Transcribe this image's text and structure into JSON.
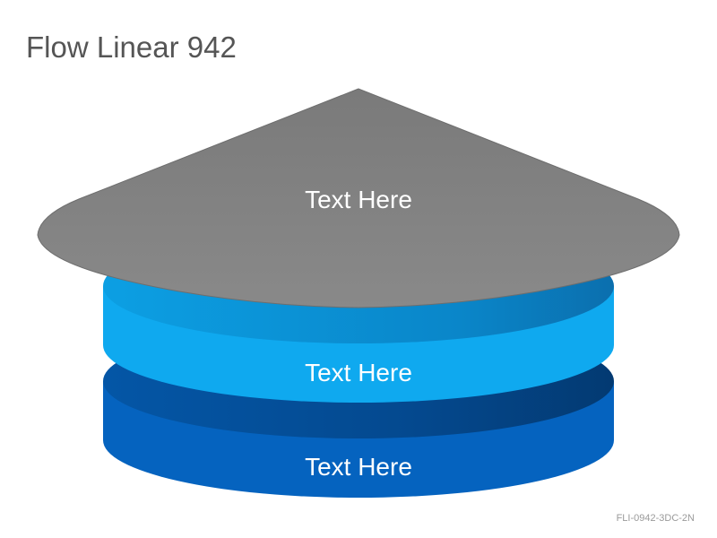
{
  "title": "Flow Linear 942",
  "footer_code": "FLI-0942-3DC-2N",
  "layers": [
    {
      "label": "Text Here",
      "color": "#7f7f7f"
    },
    {
      "label": "Text Here",
      "color": "#0fa9ef"
    },
    {
      "label": "Text Here",
      "color": "#0563bf"
    }
  ]
}
